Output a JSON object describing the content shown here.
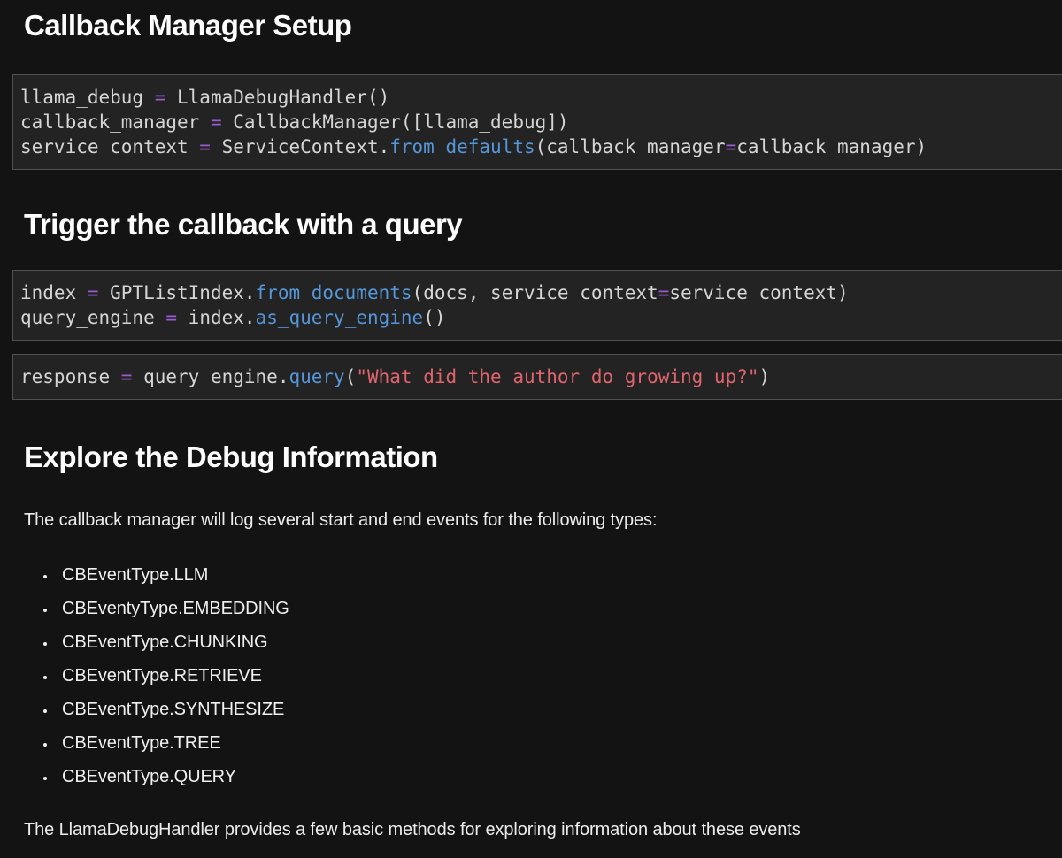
{
  "colors": {
    "page_background": "#131313",
    "code_background": "#232323",
    "code_border": "#505050",
    "heading_text": "#fcfcfc",
    "body_text": "#ececec",
    "code_text": "#d5d5d5",
    "operator_purple": "#9a5bd2",
    "function_blue": "#5596d8",
    "string_red": "#e0646e"
  },
  "sections": {
    "setup": {
      "heading": "Callback Manager Setup",
      "code": [
        [
          [
            "plain",
            "llama_debug "
          ],
          [
            "op",
            "="
          ],
          [
            "plain",
            " LlamaDebugHandler()"
          ]
        ],
        [
          [
            "plain",
            "callback_manager "
          ],
          [
            "op",
            "="
          ],
          [
            "plain",
            " CallbackManager([llama_debug])"
          ]
        ],
        [
          [
            "plain",
            "service_context "
          ],
          [
            "op",
            "="
          ],
          [
            "plain",
            " ServiceContext."
          ],
          [
            "fn",
            "from_defaults"
          ],
          [
            "plain",
            "(callback_manager"
          ],
          [
            "op",
            "="
          ],
          [
            "plain",
            "callback_manager)"
          ]
        ]
      ]
    },
    "trigger": {
      "heading": "Trigger the callback with a query",
      "code_index": [
        [
          [
            "plain",
            "index "
          ],
          [
            "op",
            "="
          ],
          [
            "plain",
            " GPTListIndex."
          ],
          [
            "fn",
            "from_documents"
          ],
          [
            "plain",
            "(docs, service_context"
          ],
          [
            "op",
            "="
          ],
          [
            "plain",
            "service_context)"
          ]
        ],
        [
          [
            "plain",
            "query_engine "
          ],
          [
            "op",
            "="
          ],
          [
            "plain",
            " index."
          ],
          [
            "fn",
            "as_query_engine"
          ],
          [
            "plain",
            "()"
          ]
        ]
      ],
      "code_query": [
        [
          [
            "plain",
            "response "
          ],
          [
            "op",
            "="
          ],
          [
            "plain",
            " query_engine."
          ],
          [
            "fn",
            "query"
          ],
          [
            "plain",
            "("
          ],
          [
            "str",
            "\"What did the author do growing up?\""
          ],
          [
            "plain",
            ")"
          ]
        ]
      ]
    },
    "explore": {
      "heading": "Explore the Debug Information",
      "intro": "The callback manager will log several start and end events for the following types:",
      "event_types": [
        "CBEventType.LLM",
        "CBEventyType.EMBEDDING",
        "CBEventType.CHUNKING",
        "CBEventType.RETRIEVE",
        "CBEventType.SYNTHESIZE",
        "CBEventType.TREE",
        "CBEventType.QUERY"
      ],
      "footer": "The LlamaDebugHandler provides a few basic methods for exploring information about these events"
    }
  }
}
